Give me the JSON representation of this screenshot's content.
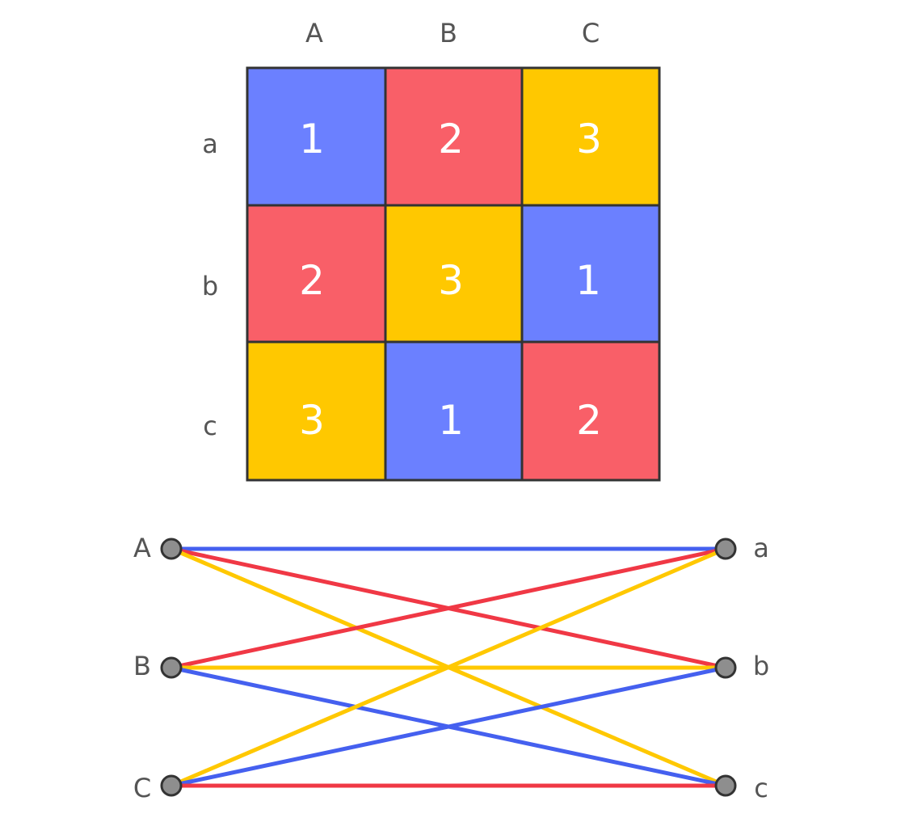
{
  "colors": {
    "1": "#6b80ff",
    "2": "#f95f68",
    "3": "#ffc800",
    "edge_1": "#4560ef",
    "edge_2": "#f03845",
    "edge_3": "#ffc800",
    "node_fill": "#8e8e8e",
    "node_stroke": "#333333",
    "grid_border": "#333333"
  },
  "matrix": {
    "col_headers": [
      "A",
      "B",
      "C"
    ],
    "row_headers": [
      "a",
      "b",
      "c"
    ],
    "cells": [
      [
        "1",
        "2",
        "3"
      ],
      [
        "2",
        "3",
        "1"
      ],
      [
        "3",
        "1",
        "2"
      ]
    ]
  },
  "graph": {
    "left_nodes": [
      "A",
      "B",
      "C"
    ],
    "right_nodes": [
      "a",
      "b",
      "c"
    ],
    "edges": [
      {
        "from": "A",
        "to": "a",
        "color": "1"
      },
      {
        "from": "A",
        "to": "b",
        "color": "2"
      },
      {
        "from": "A",
        "to": "c",
        "color": "3"
      },
      {
        "from": "B",
        "to": "a",
        "color": "2"
      },
      {
        "from": "B",
        "to": "b",
        "color": "3"
      },
      {
        "from": "B",
        "to": "c",
        "color": "1"
      },
      {
        "from": "C",
        "to": "a",
        "color": "3"
      },
      {
        "from": "C",
        "to": "b",
        "color": "1"
      },
      {
        "from": "C",
        "to": "c",
        "color": "2"
      }
    ]
  }
}
